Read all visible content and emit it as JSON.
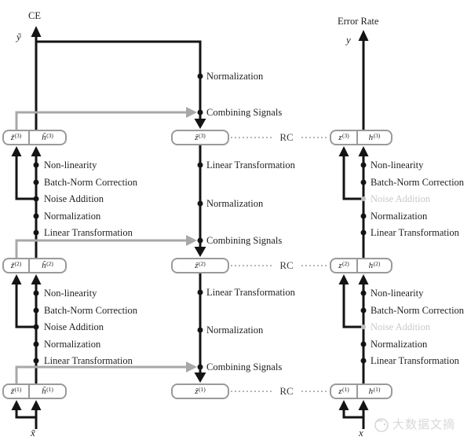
{
  "titles": {
    "corrupted_cost": "CE",
    "clean_metric": "Error Rate"
  },
  "variables": {
    "y_tilde": "ỹ",
    "y": "y",
    "x_tilde": "x̃",
    "x": "x"
  },
  "labels": {
    "non_linearity": "Non-linearity",
    "batch_norm_correction": "Batch-Norm Correction",
    "noise_addition": "Noise Addition",
    "normalization": "Normalization",
    "linear_transformation": "Linear Transformation",
    "combining_signals": "Combining Signals",
    "rc": "RC"
  },
  "boxes": {
    "left": [
      {
        "z": "z̃",
        "z_sup": "(3)",
        "h": "h̃",
        "h_sup": "(3)"
      },
      {
        "z": "z̃",
        "z_sup": "(2)",
        "h": "h̃",
        "h_sup": "(2)"
      },
      {
        "z": "z̃",
        "z_sup": "(1)",
        "h": "h̃",
        "h_sup": "(1)"
      }
    ],
    "middle": [
      {
        "z": "ẑ",
        "sup": "(3)"
      },
      {
        "z": "ẑ",
        "sup": "(2)"
      },
      {
        "z": "ẑ",
        "sup": "(1)"
      }
    ],
    "right": [
      {
        "z": "z",
        "z_sup": "(3)",
        "h": "h",
        "h_sup": "(3)"
      },
      {
        "z": "z",
        "z_sup": "(2)",
        "h": "h",
        "h_sup": "(2)"
      },
      {
        "z": "z",
        "z_sup": "(1)",
        "h": "h",
        "h_sup": "(1)"
      }
    ]
  },
  "watermark": {
    "text": "大数据文摘"
  },
  "colors": {
    "line_black": "#141414",
    "line_gray": "#a8a8a8",
    "box_border": "#9a9a9a",
    "muted_text": "#c9c9c9",
    "rc_dots": "#9c9c9c",
    "watermark": "#d9d9d9"
  }
}
